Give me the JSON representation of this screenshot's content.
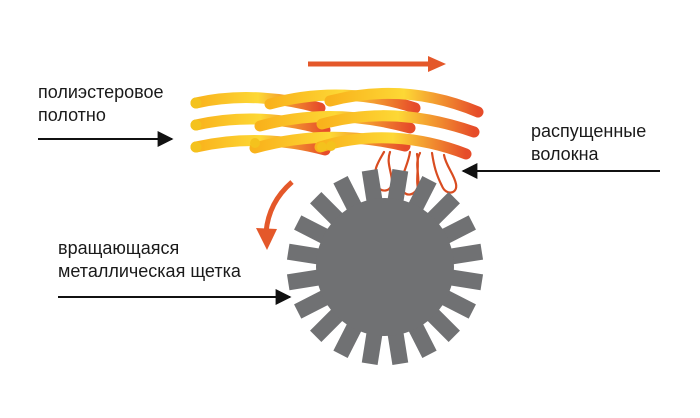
{
  "labels": {
    "fabric_line1": "полиэстеровое",
    "fabric_line2": "полотно",
    "fibers_line1": "распущенные",
    "fibers_line2": "волокна",
    "brush_line1": "вращающаяся",
    "brush_line2": "металлическая щетка"
  },
  "colors": {
    "fiber_start": "#f9b21c",
    "fiber_end": "#e64c2a",
    "fiber_bright": "#fdd835",
    "arrow_orange": "#e4582a",
    "brush_gray": "#707173",
    "pointer_black": "#111111"
  },
  "icons": {
    "motion_arrow": "arrow-right",
    "rotation_arrow": "curved-arrow"
  }
}
